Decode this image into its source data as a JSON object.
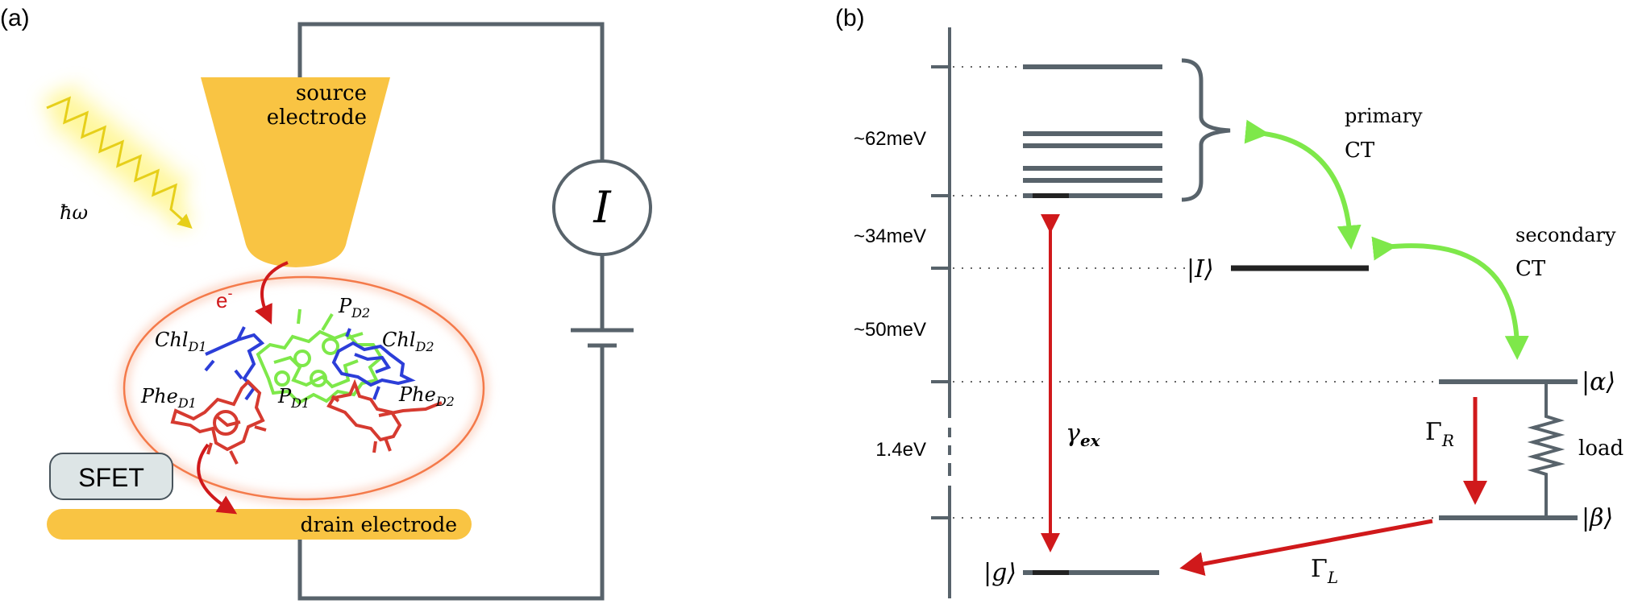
{
  "panel_a": {
    "label": "(a)",
    "source_line1": "source",
    "source_line2": "electrode",
    "drain": "drain electrode",
    "photon": "ħω",
    "current": "I",
    "electron": "e",
    "electron_sup": "-",
    "sfet": "SFET",
    "molecules": {
      "pd2": {
        "base": "P",
        "sub": "D2"
      },
      "pd1": {
        "base": "P",
        "sub": "D1"
      },
      "chld1": {
        "base": "Chl",
        "sub": "D1"
      },
      "chld2": {
        "base": "Chl",
        "sub": "D2"
      },
      "phed1": {
        "base": "Phe",
        "sub": "D1"
      },
      "phed2": {
        "base": "Phe",
        "sub": "D2"
      }
    }
  },
  "panel_b": {
    "label": "(b)",
    "gaps": [
      "~62meV",
      "~34meV",
      "~50meV",
      "1.4eV"
    ],
    "state_I": "|I⟩",
    "state_alpha": "|α⟩",
    "state_beta": "|β⟩",
    "state_g": "|g⟩",
    "primary_line1": "primary",
    "primary_line2": "CT",
    "secondary_line1": "secondary",
    "secondary_line2": "CT",
    "gamma_ex": {
      "base": "γ",
      "sub": "ex"
    },
    "Gamma_R": {
      "base": "Γ",
      "sub": "R"
    },
    "Gamma_L": {
      "base": "Γ",
      "sub": "L"
    },
    "load": "load"
  },
  "colors": {
    "gold": "#f9c443",
    "wire": "#58636b",
    "red": "#d0191b",
    "green": "#7ee84a",
    "ellipse": "#f47a4a"
  }
}
